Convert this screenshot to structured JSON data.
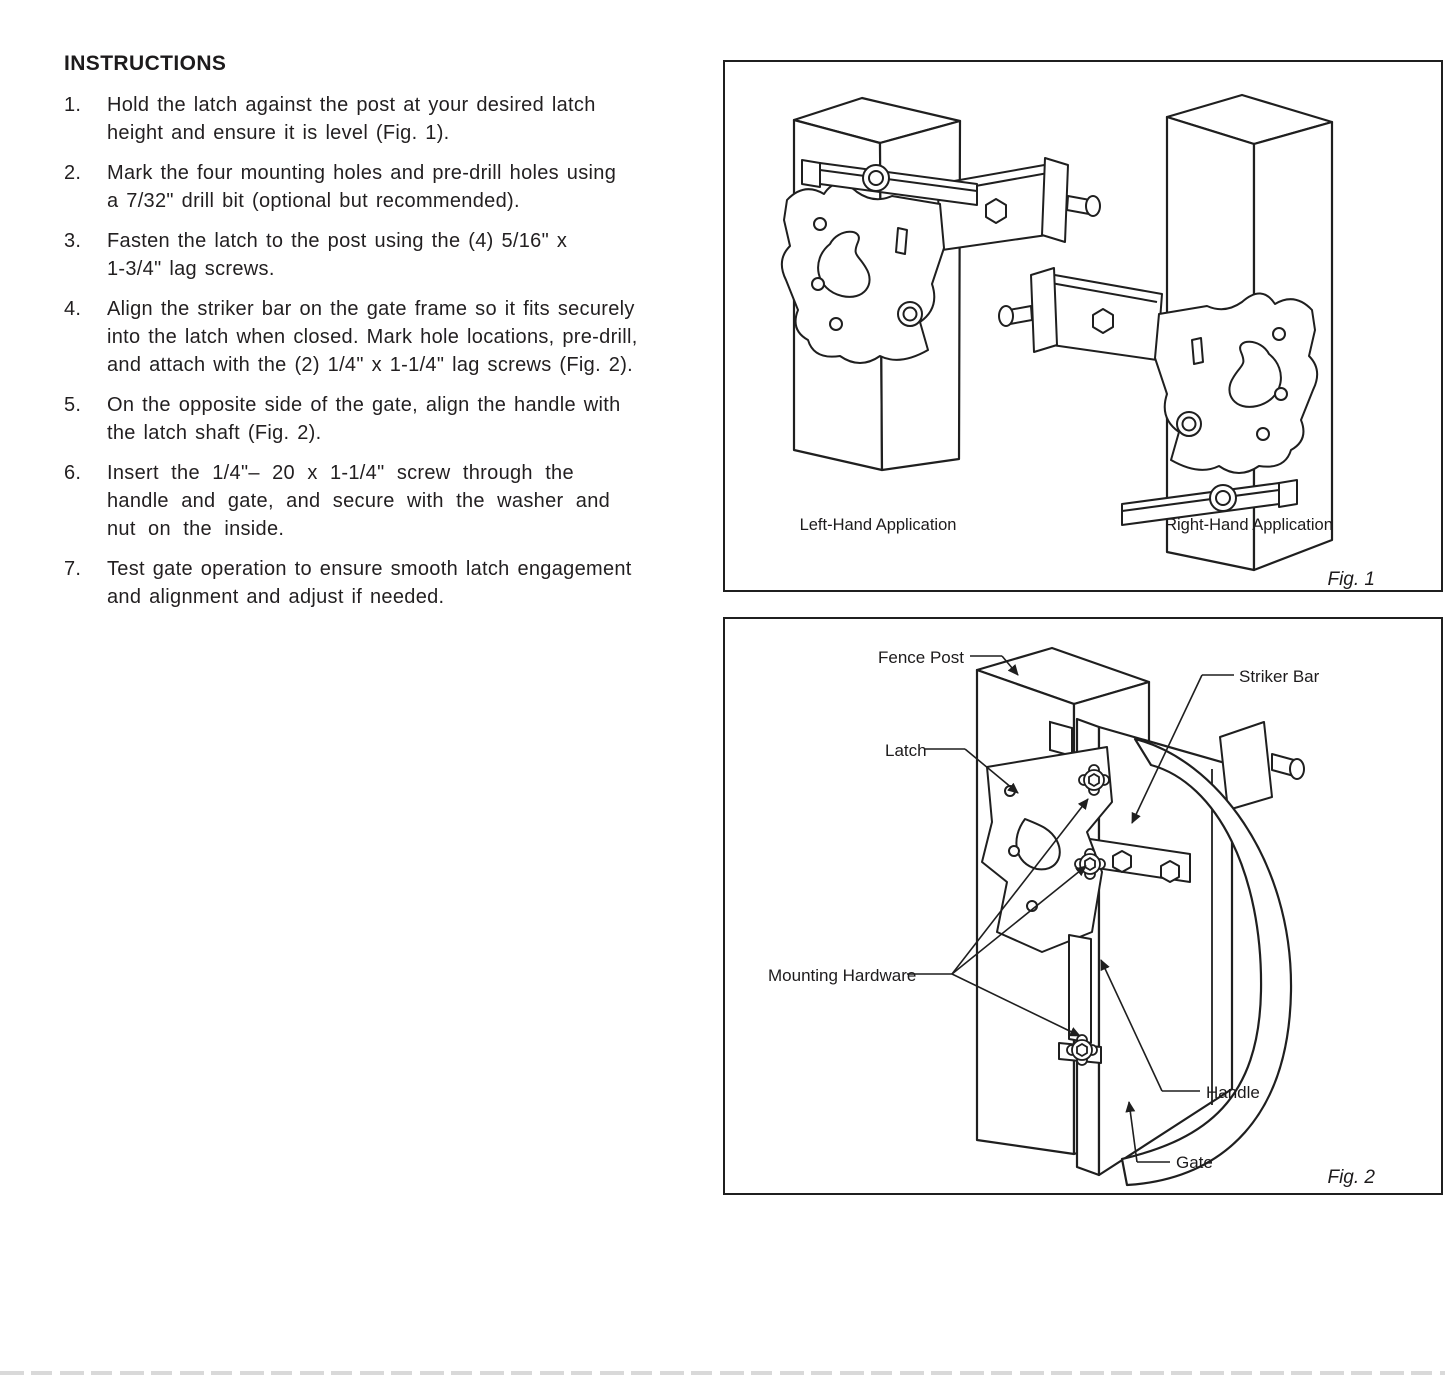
{
  "instructions": {
    "heading": "INSTRUCTIONS",
    "steps": [
      {
        "num": "1.",
        "text": "Hold the latch against the post at your desired latch\nheight and ensure it is level (Fig. 1)."
      },
      {
        "num": "2.",
        "text": "Mark the four mounting holes and pre-drill holes using\na 7/32\" drill bit (optional but recommended)."
      },
      {
        "num": "3.",
        "text": "Fasten the latch to the post using the (4) 5/16\" x\n1-3/4\" lag screws."
      },
      {
        "num": "4.",
        "text": "Align the striker bar on the gate frame so it fits securely\ninto the latch when closed. Mark hole locations, pre-drill,\nand attach with the (2) 1/4\" x 1-1/4\" lag screws (Fig. 2)."
      },
      {
        "num": "5.",
        "text": "On the opposite side of the gate, align the handle with\nthe latch shaft (Fig. 2)."
      },
      {
        "num": "6.",
        "text": "Insert the 1/4\"– 20 x 1-1/4\" screw through the\nhandle and gate, and secure with the washer and\nnut on the inside."
      },
      {
        "num": "7.",
        "text": "Test gate operation to ensure smooth latch engagement\nand alignment and adjust if needed."
      }
    ]
  },
  "fig1": {
    "caption_left": "Left-Hand Application",
    "caption_right": "Right-Hand Application",
    "label": "Fig. 1"
  },
  "fig2": {
    "fence_post": "Fence Post",
    "striker_bar": "Striker Bar",
    "latch": "Latch",
    "mounting_hardware": "Mounting Hardware",
    "handle": "Handle",
    "gate": "Gate",
    "label": "Fig. 2"
  },
  "colors": {
    "ink": "#221f20",
    "line": "#1f1f1f"
  }
}
